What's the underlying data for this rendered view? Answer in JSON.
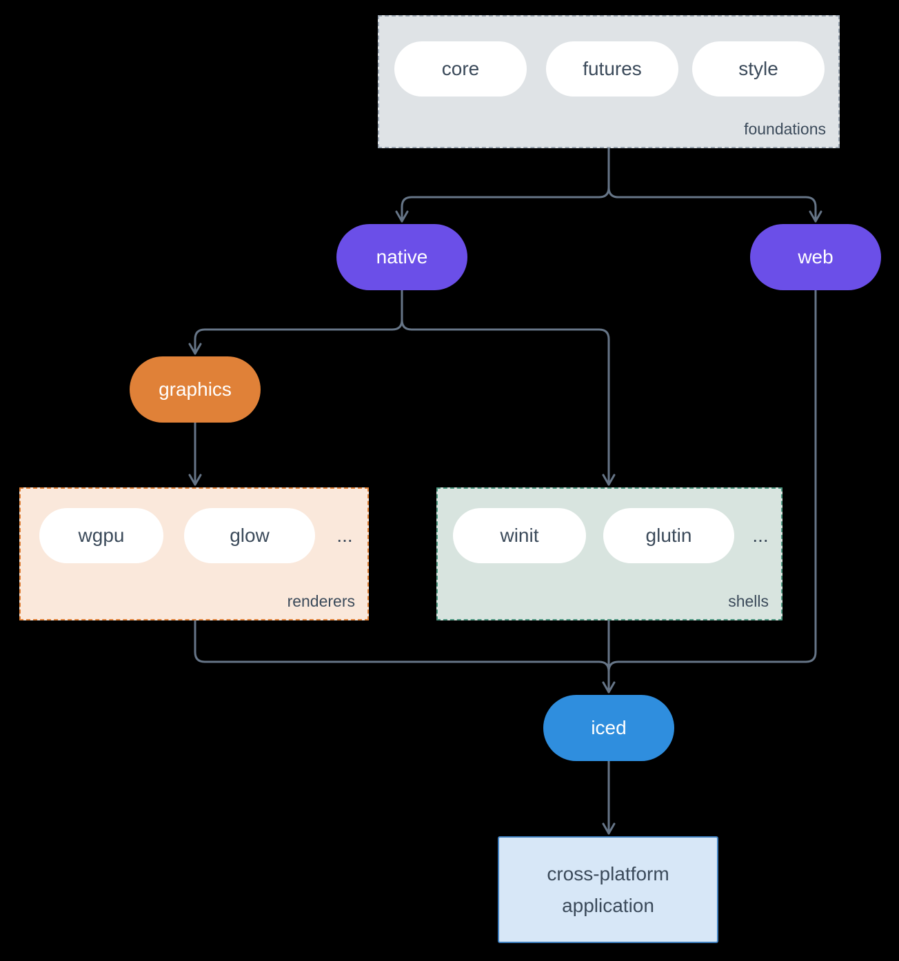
{
  "title": "iced ecosystem diagram",
  "colors": {
    "background": "#000000",
    "line": "#667587",
    "pill_text": "#3b4a5a",
    "foundations_fill": "#dfe3e6",
    "foundations_border": "#9aa5b1",
    "renderers_fill": "#fae8db",
    "renderers_border": "#e08138",
    "shells_fill": "#d8e4df",
    "shells_border": "#4d9780",
    "native_fill": "#6b4fe8",
    "web_fill": "#6b4fe8",
    "graphics_fill": "#e08138",
    "iced_fill": "#2f8ede",
    "app_fill": "#d7e7f7",
    "app_border": "#4080c0"
  },
  "groups": {
    "foundations": {
      "label": "foundations",
      "pills": [
        "core",
        "futures",
        "style"
      ]
    },
    "renderers": {
      "label": "renderers",
      "pills": [
        "wgpu",
        "glow"
      ],
      "more": "..."
    },
    "shells": {
      "label": "shells",
      "pills": [
        "winit",
        "glutin"
      ],
      "more": "..."
    }
  },
  "nodes": {
    "native": "native",
    "web": "web",
    "graphics": "graphics",
    "iced": "iced"
  },
  "app": {
    "label": "cross-platform application"
  }
}
